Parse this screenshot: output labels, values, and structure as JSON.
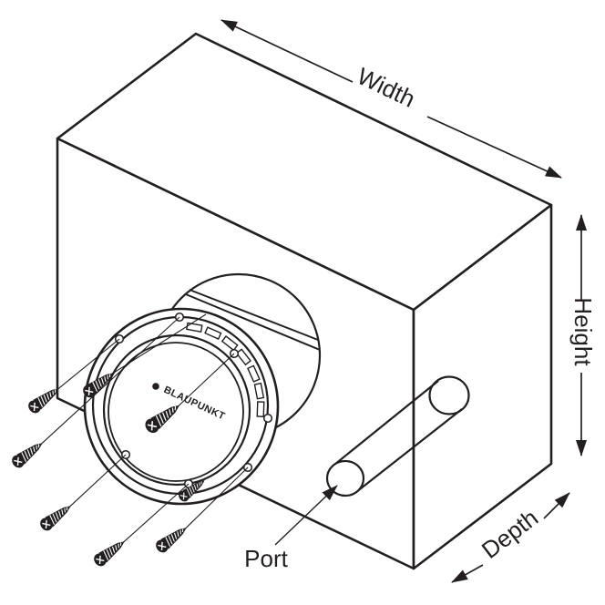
{
  "labels": {
    "width": "Width",
    "height": "Height",
    "depth": "Depth",
    "port": "Port"
  },
  "speaker": {
    "brand": "BLAUPUNKT"
  },
  "colors": {
    "ink": "#231f20",
    "background": "#ffffff"
  }
}
